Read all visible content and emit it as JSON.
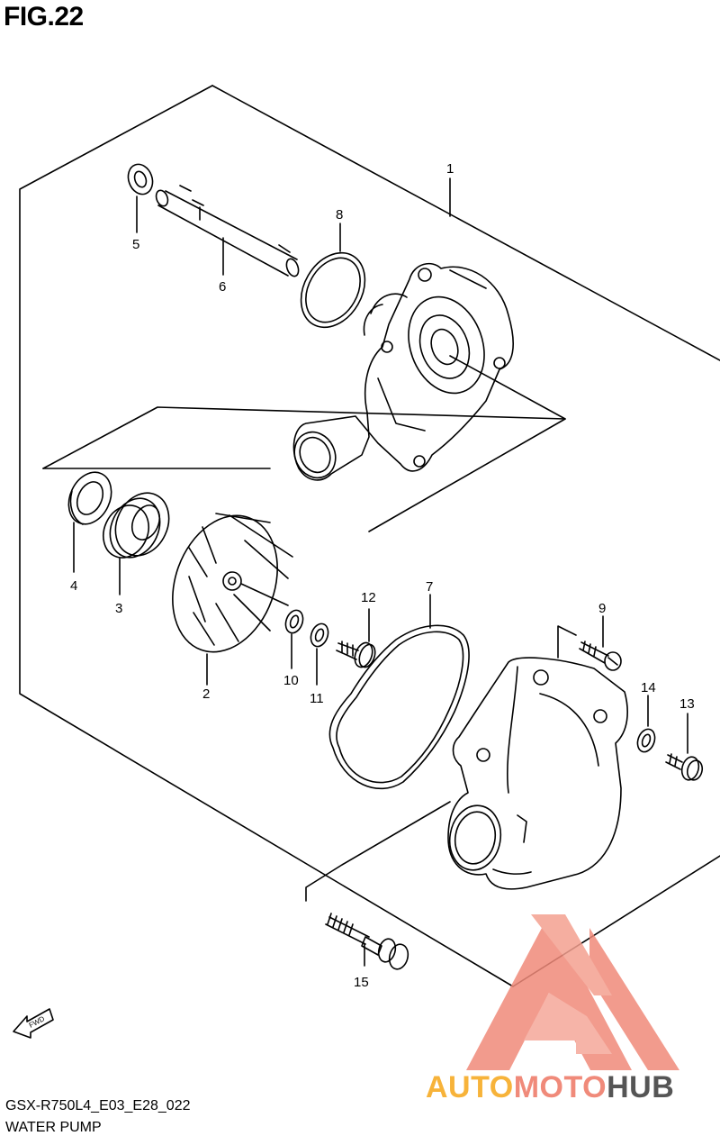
{
  "figure_title": "FIG.22",
  "part_labels": {
    "p1": "1",
    "p2": "2",
    "p3": "3",
    "p4": "4",
    "p5": "5",
    "p6": "6",
    "p7": "7",
    "p8": "8",
    "p9": "9",
    "p10": "10",
    "p11": "11",
    "p12": "12",
    "p13": "13",
    "p14": "14",
    "p15": "15"
  },
  "fwd_label": "FWD",
  "footer": {
    "model_code": "GSX-R750L4_E03_E28_022",
    "section_name": "WATER PUMP"
  },
  "watermark": {
    "brand_part1": "AUTO",
    "brand_part2": "MOTO",
    "brand_part3": "HUB",
    "color_orange": "#f7b33a",
    "color_red": "#f08a7a",
    "color_dark": "#555555"
  }
}
